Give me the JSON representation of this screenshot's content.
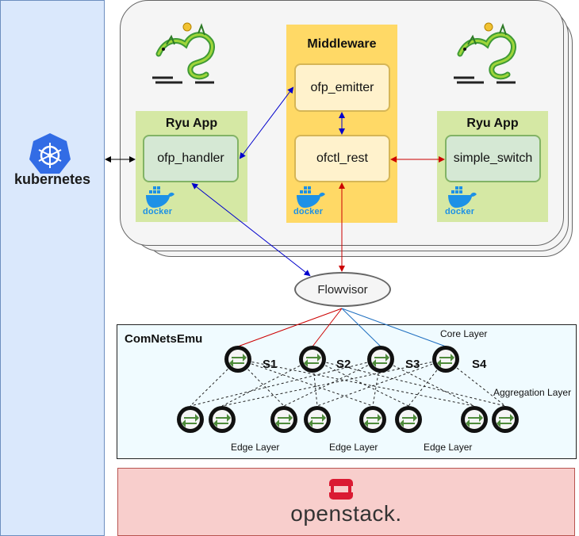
{
  "kubernetes": {
    "label": "kubernetes"
  },
  "ryu_left": {
    "title": "Ryu App",
    "component": "ofp_handler"
  },
  "middleware": {
    "title": "Middleware",
    "emitter": "ofp_emitter",
    "rest": "ofctl_rest"
  },
  "ryu_right": {
    "title": "Ryu App",
    "component": "simple_switch"
  },
  "docker": {
    "label": "docker"
  },
  "flowvisor": {
    "label": "Flowvisor"
  },
  "comnetsemu": {
    "title": "ComNetsEmu",
    "core_label": "Core Layer",
    "aggregation_label": "Aggregation Layer",
    "edge_labels": [
      "Edge Layer",
      "Edge Layer",
      "Edge Layer"
    ],
    "switch_labels": [
      "S1",
      "S2",
      "S3",
      "S4"
    ]
  },
  "openstack": {
    "label": "openstack."
  },
  "colors": {
    "k8s_blue": "#326ce5",
    "docker_blue": "#1d91e6",
    "link_blue": "#0000cc",
    "link_red": "#cc0000",
    "switch_arrow_green": "#4e8a3a",
    "openstack_red": "#da1a32"
  }
}
